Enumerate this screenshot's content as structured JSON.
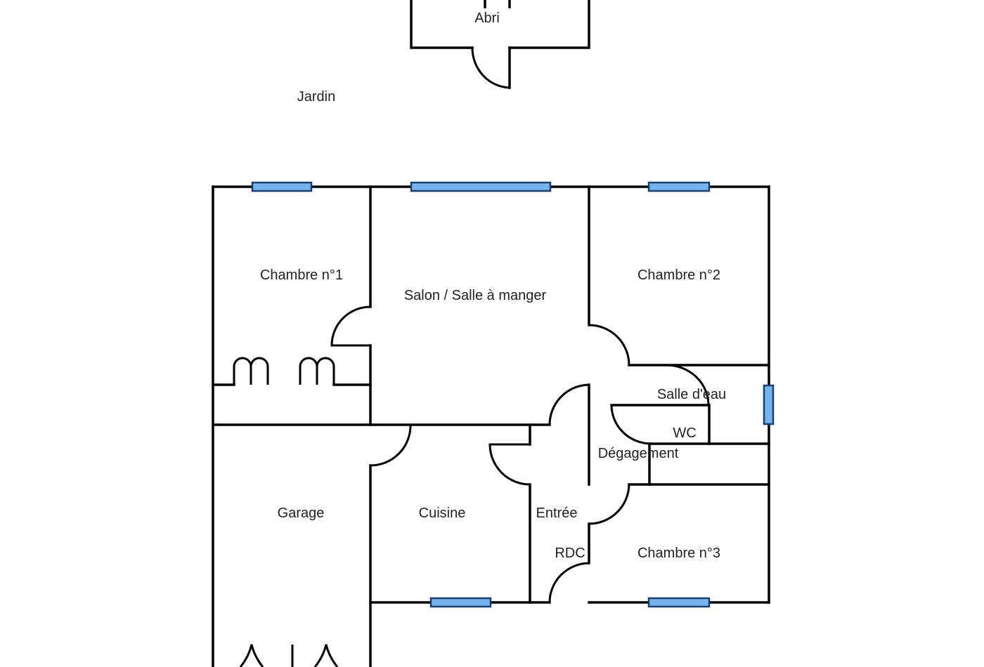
{
  "plan": {
    "rooms": {
      "abri": "Abri",
      "jardin": "Jardin",
      "chambre1": "Chambre n°1",
      "salon": "Salon / Salle à manger",
      "chambre2": "Chambre n°2",
      "salle_eau": "Salle d'eau",
      "wc": "WC",
      "degagement": "Dégagement",
      "garage": "Garage",
      "cuisine": "Cuisine",
      "entree": "Entrée",
      "rdc": "RDC",
      "chambre3": "Chambre n°3"
    },
    "colors": {
      "wall": "#000000",
      "window_fill": "#74b4ea",
      "window_stroke": "#1b3f70",
      "background": "#ffffff"
    }
  }
}
